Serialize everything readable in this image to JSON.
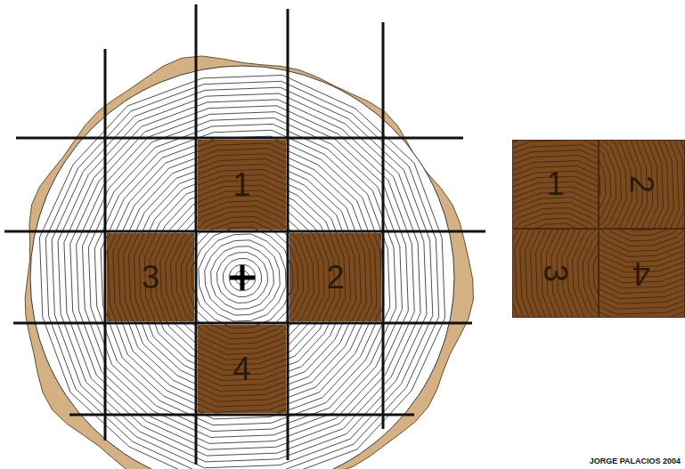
{
  "diagram": {
    "nodes": [
      {
        "text": [
          "1"
        ]
      },
      {
        "text": [
          "3"
        ]
      },
      {
        "text": [
          "2"
        ]
      },
      {
        "text": [
          "4"
        ]
      },
      {
        "text": [
          "1"
        ]
      },
      {
        "text": [
          "2"
        ]
      },
      {
        "text": [
          "3"
        ]
      },
      {
        "text": [
          "4"
        ]
      }
    ],
    "labels": [
      "JORGE PALACIOS 2004"
    ]
  }
}
